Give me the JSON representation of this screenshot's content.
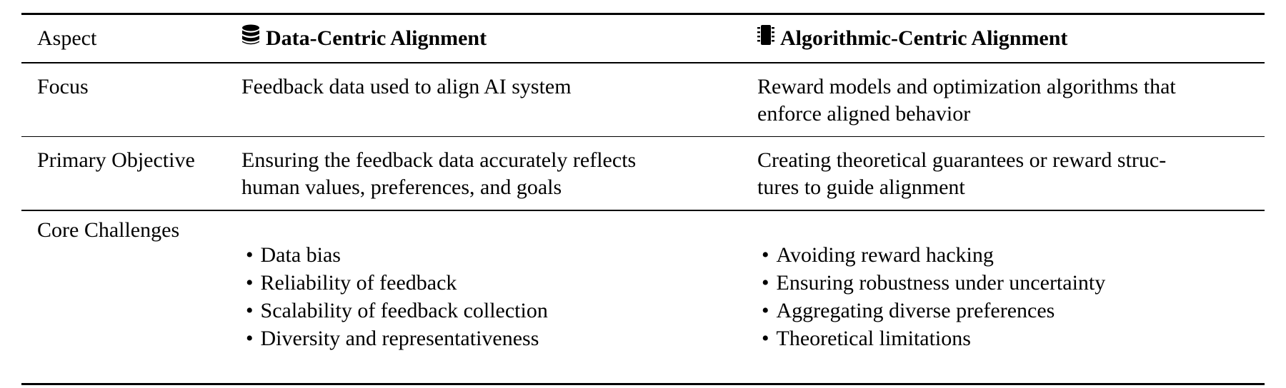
{
  "header": {
    "aspect": "Aspect",
    "data_centric": "Data-Centric Alignment",
    "algorithmic_centric": "Algorithmic-Centric Alignment",
    "data_icon": "database-icon",
    "algo_icon": "microchip-icon"
  },
  "rows": [
    {
      "aspect": "Focus",
      "data": "Feedback data used to align AI system",
      "algo_line1": "Reward models and optimization algorithms that",
      "algo_line2": "enforce aligned behavior"
    },
    {
      "aspect": "Primary Objective",
      "data_line1": "Ensuring the feedback data accurately reflects",
      "data_line2": "human values, preferences, and goals",
      "algo_line1": "Creating theoretical guarantees or reward struc-",
      "algo_line2": "tures to guide alignment"
    },
    {
      "aspect": "Core Challenges",
      "data_items": [
        "Data bias",
        "Reliability of feedback",
        "Scalability of feedback collection",
        "Diversity and representativeness"
      ],
      "algo_items": [
        "Avoiding reward hacking",
        "Ensuring robustness under uncertainty",
        "Aggregating diverse preferences",
        "Theoretical limitations"
      ]
    }
  ]
}
